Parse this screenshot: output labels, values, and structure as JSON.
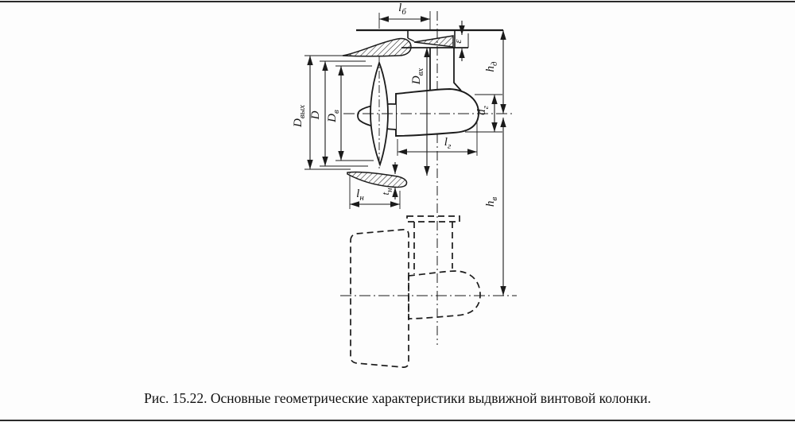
{
  "figure": {
    "caption": "Рис. 15.22. Основные геометрические характеристики выдвижной винтовой колонки.",
    "subject": "retractable-propeller-column-geometry",
    "colors": {
      "ink": "#1b1b1b",
      "background": "#fdfdfd"
    }
  },
  "labels": {
    "l_b": {
      "base": "l",
      "sub": "б"
    },
    "d_vykh": {
      "base": "D",
      "sub": "вых"
    },
    "d_big": {
      "base": "D",
      "sub": ""
    },
    "d_v": {
      "base": "D",
      "sub": "в"
    },
    "d_vkh": {
      "base": "D",
      "sub": "вх"
    },
    "epsilon": {
      "base": "ε",
      "sub": ""
    },
    "h_d": {
      "base": "h",
      "sub": "д"
    },
    "d_g": {
      "base": "d",
      "sub": "г"
    },
    "l_g": {
      "base": "l",
      "sub": "г"
    },
    "t_n": {
      "base": "t",
      "sub": "н"
    },
    "l_n": {
      "base": "l",
      "sub": "н"
    },
    "h_v": {
      "base": "h",
      "sub": "в"
    }
  }
}
